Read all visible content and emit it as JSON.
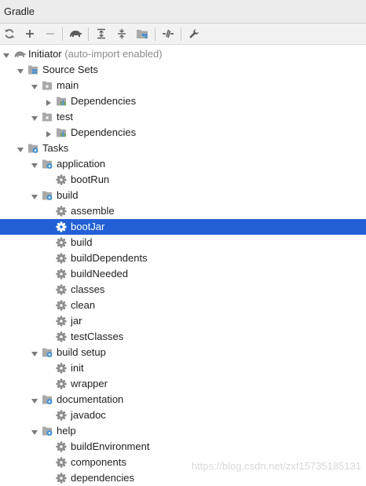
{
  "panel": {
    "title": "Gradle"
  },
  "toolbar": {
    "buttons": [
      {
        "name": "refresh-icon"
      },
      {
        "name": "plus-icon"
      },
      {
        "name": "minus-icon"
      },
      {
        "name": "elephant-icon"
      },
      {
        "name": "expand-all-icon"
      },
      {
        "name": "collapse-all-icon"
      },
      {
        "name": "group-modules-icon"
      },
      {
        "name": "toggle-offline-icon"
      },
      {
        "name": "wrench-icon"
      }
    ]
  },
  "tree": {
    "selected_index": 11,
    "rows": [
      {
        "label": "Initiator",
        "suffix": "(auto-import enabled)",
        "level": 0,
        "arrow": "down",
        "icon": "elephant"
      },
      {
        "label": "Source Sets",
        "level": 1,
        "arrow": "down",
        "icon": "source-sets"
      },
      {
        "label": "main",
        "level": 2,
        "arrow": "down",
        "icon": "folder"
      },
      {
        "label": "Dependencies",
        "level": 3,
        "arrow": "right",
        "icon": "deps"
      },
      {
        "label": "test",
        "level": 2,
        "arrow": "down",
        "icon": "folder"
      },
      {
        "label": "Dependencies",
        "level": 3,
        "arrow": "right",
        "icon": "deps"
      },
      {
        "label": "Tasks",
        "level": 1,
        "arrow": "down",
        "icon": "task-folder"
      },
      {
        "label": "application",
        "level": 2,
        "arrow": "down",
        "icon": "task-folder"
      },
      {
        "label": "bootRun",
        "level": 3,
        "arrow": "none",
        "icon": "gear"
      },
      {
        "label": "build",
        "level": 2,
        "arrow": "down",
        "icon": "task-folder"
      },
      {
        "label": "assemble",
        "level": 3,
        "arrow": "none",
        "icon": "gear"
      },
      {
        "label": "bootJar",
        "level": 3,
        "arrow": "none",
        "icon": "gear"
      },
      {
        "label": "build",
        "level": 3,
        "arrow": "none",
        "icon": "gear"
      },
      {
        "label": "buildDependents",
        "level": 3,
        "arrow": "none",
        "icon": "gear"
      },
      {
        "label": "buildNeeded",
        "level": 3,
        "arrow": "none",
        "icon": "gear"
      },
      {
        "label": "classes",
        "level": 3,
        "arrow": "none",
        "icon": "gear"
      },
      {
        "label": "clean",
        "level": 3,
        "arrow": "none",
        "icon": "gear"
      },
      {
        "label": "jar",
        "level": 3,
        "arrow": "none",
        "icon": "gear"
      },
      {
        "label": "testClasses",
        "level": 3,
        "arrow": "none",
        "icon": "gear"
      },
      {
        "label": "build setup",
        "level": 2,
        "arrow": "down",
        "icon": "task-folder"
      },
      {
        "label": "init",
        "level": 3,
        "arrow": "none",
        "icon": "gear"
      },
      {
        "label": "wrapper",
        "level": 3,
        "arrow": "none",
        "icon": "gear"
      },
      {
        "label": "documentation",
        "level": 2,
        "arrow": "down",
        "icon": "task-folder"
      },
      {
        "label": "javadoc",
        "level": 3,
        "arrow": "none",
        "icon": "gear"
      },
      {
        "label": "help",
        "level": 2,
        "arrow": "down",
        "icon": "task-folder"
      },
      {
        "label": "buildEnvironment",
        "level": 3,
        "arrow": "none",
        "icon": "gear"
      },
      {
        "label": "components",
        "level": 3,
        "arrow": "none",
        "icon": "gear"
      },
      {
        "label": "dependencies",
        "level": 3,
        "arrow": "none",
        "icon": "gear"
      }
    ]
  },
  "watermark": "https://blog.csdn.net/zxf15735185131",
  "colors": {
    "selection": "#2260d6",
    "icon_gray": "#8e8e8e",
    "folder_gray": "#a9a9a9",
    "blue_accent": "#3d8fd6",
    "green_accent": "#5fa046"
  }
}
